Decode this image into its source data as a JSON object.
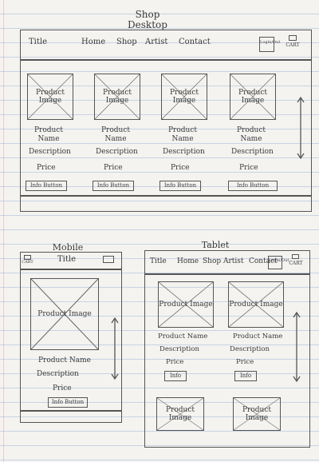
{
  "headings": {
    "shop": "Shop",
    "desktop": "Desktop",
    "mobile": "Mobile",
    "tablet": "Tablet"
  },
  "desktop": {
    "nav": {
      "title": "Title",
      "home": "Home",
      "shop": "Shop",
      "artist": "Artist",
      "contact": "Contact"
    },
    "login": "Login/Out",
    "cart": "CART",
    "products": [
      {
        "image": "Product Image",
        "name": "Product Name",
        "description": "Description",
        "price": "Price",
        "button": "Info Button"
      },
      {
        "image": "Product Image",
        "name": "Product Name",
        "description": "Description",
        "price": "Price",
        "button": "Info Button"
      },
      {
        "image": "Product Image",
        "name": "Product Name",
        "description": "Description",
        "price": "Price",
        "button": "Info Button"
      },
      {
        "image": "Product Image",
        "name": "Product Name",
        "description": "Description",
        "price": "Price",
        "button": "Info Button"
      }
    ]
  },
  "mobile": {
    "cart": "CART",
    "title": "Title",
    "product": {
      "image": "Product Image",
      "name": "Product Name",
      "description": "Description",
      "price": "Price",
      "button": "Info Button"
    }
  },
  "tablet": {
    "nav": {
      "title": "Title",
      "home": "Home",
      "shop": "Shop",
      "artist": "Artist",
      "contact": "Contact"
    },
    "login": "Login/Out",
    "cart": "CART",
    "products": [
      {
        "image": "Product Image",
        "name": "Product Name",
        "description": "Description",
        "price": "Price",
        "button": "Info"
      },
      {
        "image": "Product Image",
        "name": "Product Name",
        "description": "Description",
        "price": "Price",
        "button": "Info"
      },
      {
        "image": "Product Image"
      },
      {
        "image": "Product Image"
      }
    ]
  }
}
